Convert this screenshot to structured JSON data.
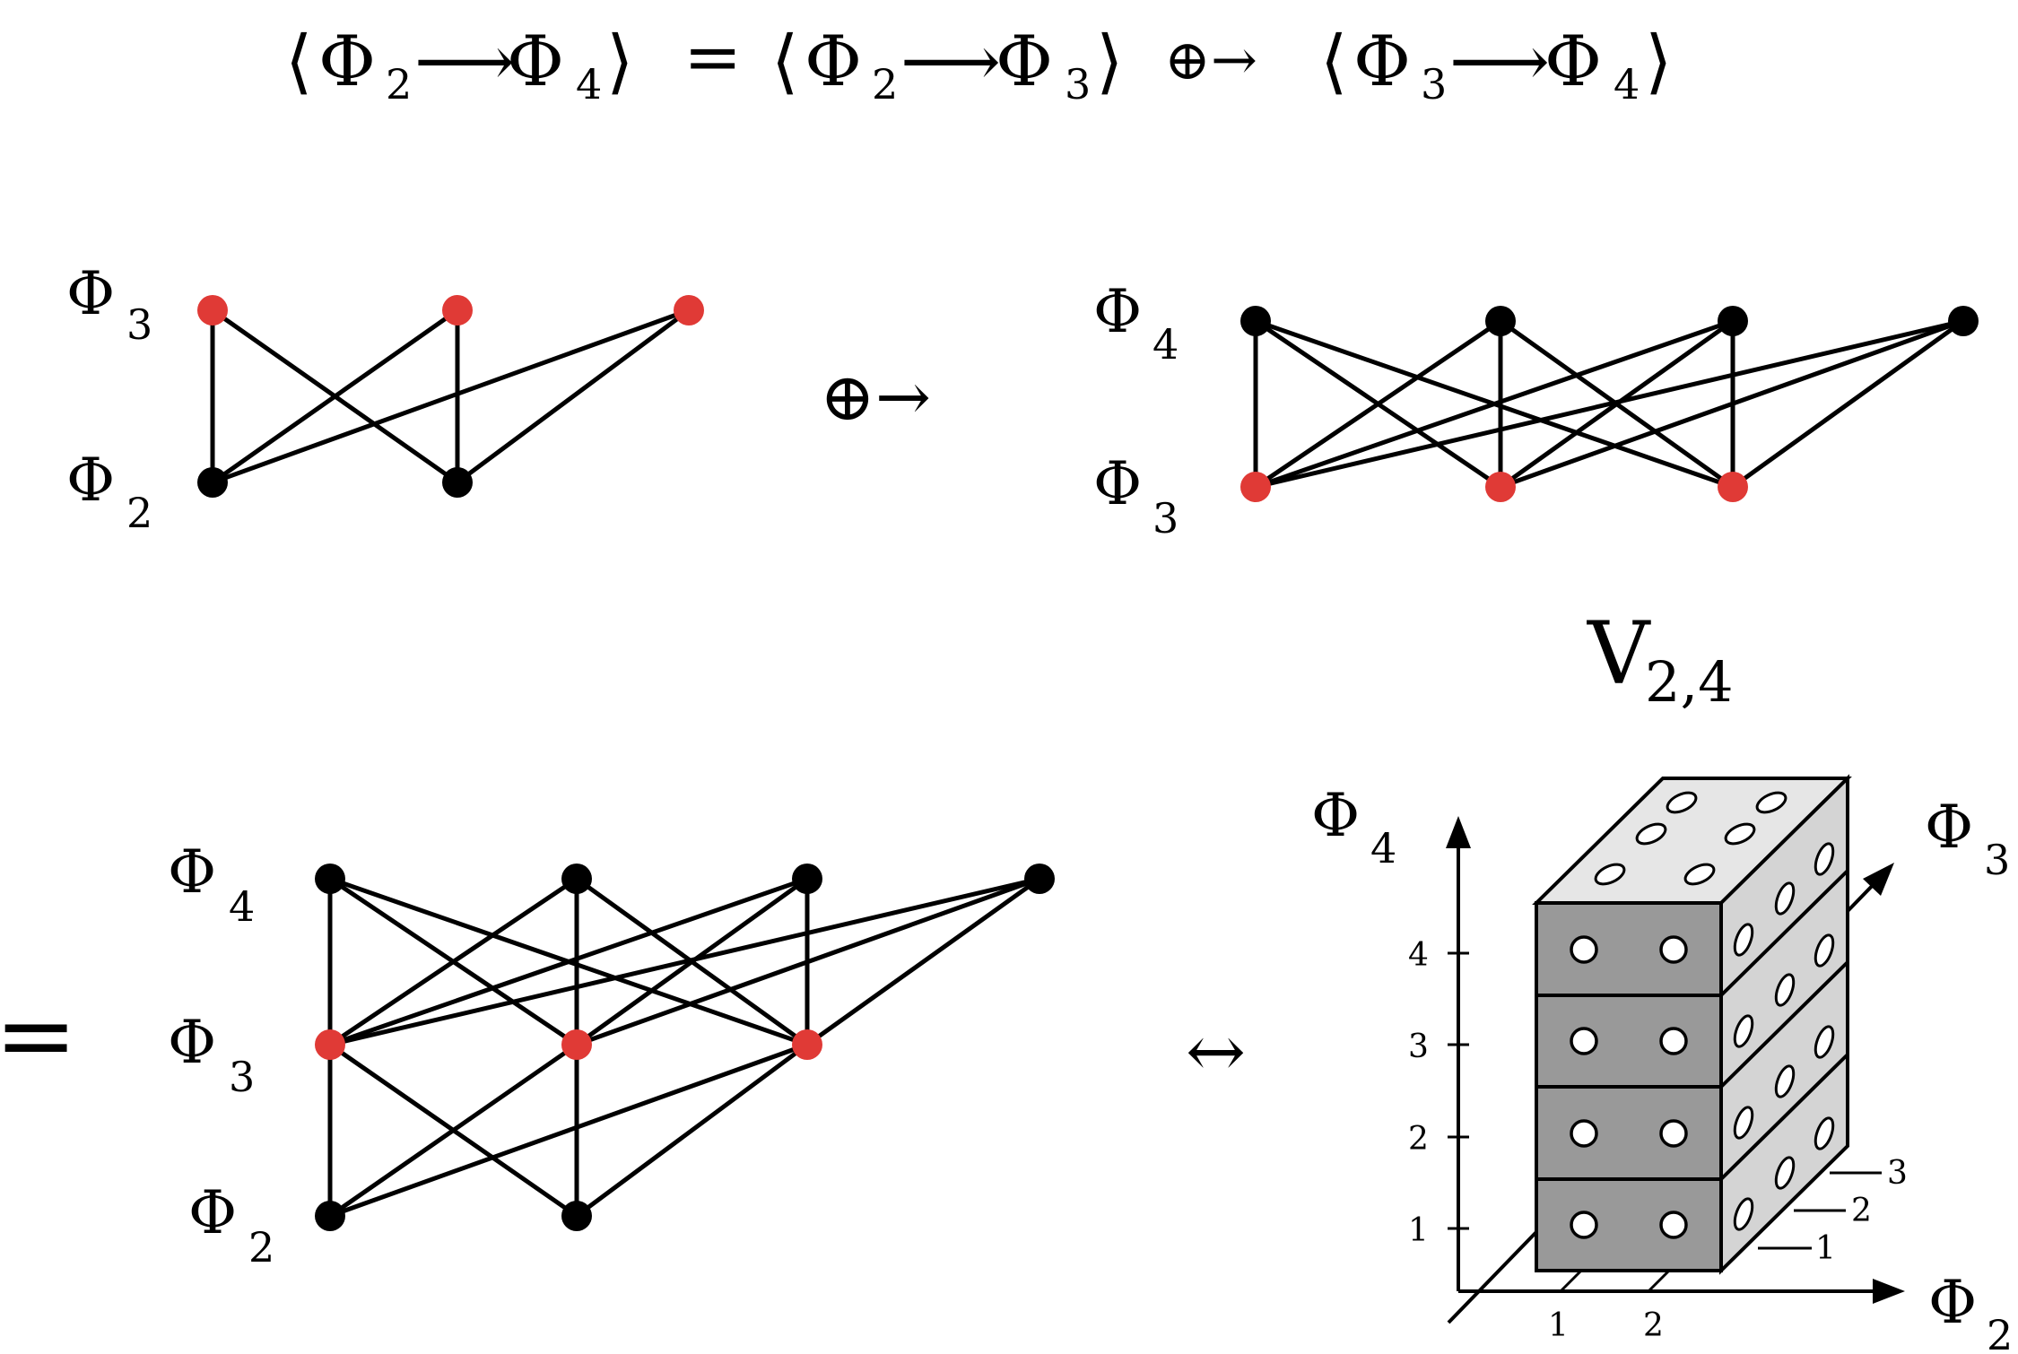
{
  "equation": {
    "lhs": {
      "open": "⟨",
      "a": "Φ",
      "a_sub": "2",
      "arrow": "⟶",
      "b": "Φ",
      "b_sub": "4",
      "close": "⟩"
    },
    "equals": "=",
    "rhs1": {
      "open": "⟨",
      "a": "Φ",
      "a_sub": "2",
      "arrow": "⟶",
      "b": "Φ",
      "b_sub": "3",
      "close": "⟩"
    },
    "op": "⊕→",
    "rhs2": {
      "open": "⟨",
      "a": "Φ",
      "a_sub": "3",
      "arrow": "⟶",
      "b": "Φ",
      "b_sub": "4",
      "close": "⟩"
    }
  },
  "labels": {
    "phi": "Φ",
    "sub2": "2",
    "sub3": "3",
    "sub4": "4",
    "oplus_arrow": "⊕→",
    "equals": "=",
    "biarrow": "↔",
    "v": "V",
    "v_sub": "2,4"
  },
  "ticks": {
    "phi4": [
      "1",
      "2",
      "3",
      "4"
    ],
    "phi2": [
      "1",
      "2"
    ],
    "phi3": [
      "1",
      "2",
      "3"
    ]
  },
  "colors": {
    "red_node": "#e03a36",
    "black_node": "#000000",
    "front_face": "#999999",
    "side_face": "#d4d4d4",
    "top_face": "#e6e6e6"
  }
}
